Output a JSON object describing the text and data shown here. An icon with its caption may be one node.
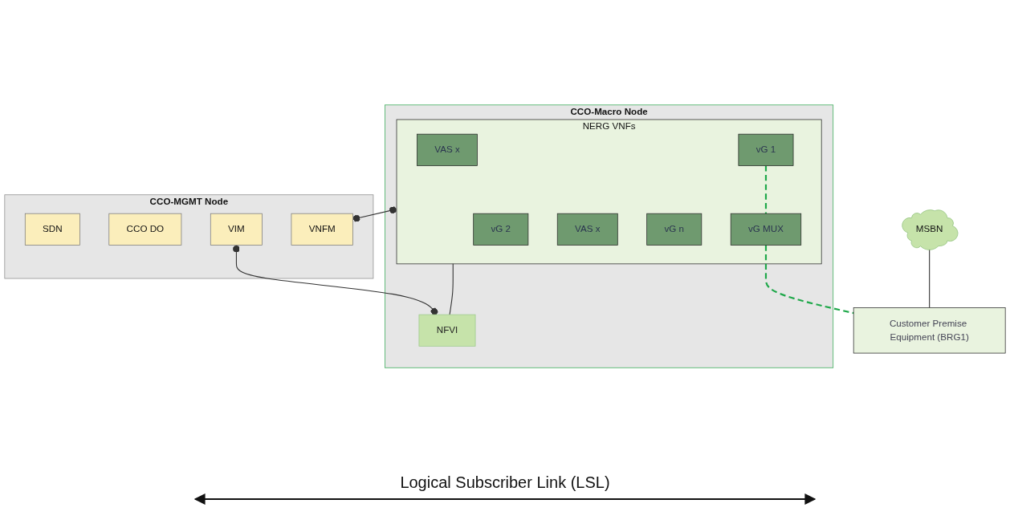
{
  "diagram": {
    "nodes": [
      {
        "text": [
          "CCO-MGMT Node"
        ]
      },
      {
        "text": [
          "SDN"
        ],
        "in": 0
      },
      {
        "text": [
          "CCO DO"
        ],
        "in": 0
      },
      {
        "text": [
          "VIM"
        ],
        "in": 0
      },
      {
        "text": [
          "VNFM"
        ],
        "in": 0
      },
      {
        "text": [
          "CCO-Macro Node"
        ]
      },
      {
        "text": [
          "NERG VNFs"
        ],
        "in": 5
      },
      {
        "text": [
          "VAS x"
        ],
        "in": 6
      },
      {
        "text": [
          "vG 1"
        ],
        "in": 6
      },
      {
        "text": [
          "vG MUX"
        ],
        "in": 6
      },
      {
        "text": [
          "vG 2"
        ],
        "in": 6
      },
      {
        "text": [
          "VAS x"
        ],
        "in": 6
      },
      {
        "text": [
          "vG n"
        ],
        "in": 6
      },
      {
        "text": [
          "NFVI"
        ],
        "in": 5
      },
      {
        "text": [
          "MSBN"
        ]
      },
      {
        "text": [
          "Customer Premise Equipment (BRG1)"
        ]
      }
    ],
    "edges": [
      {
        "from": 6,
        "to": 4,
        "arrow": "other"
      },
      {
        "from": 3,
        "to": 13,
        "arrow": "other"
      },
      {
        "from": 6,
        "to": 13,
        "arrow": "none"
      },
      {
        "from": 8,
        "to": 9,
        "arrow": "none",
        "style": "dashed",
        "color": "#1fa84a"
      },
      {
        "from": 9,
        "to": 15,
        "arrow": "none",
        "style": "dashed",
        "color": "#1fa84a"
      },
      {
        "from": 14,
        "to": 15,
        "arrow": "none"
      }
    ],
    "labels": [
      "Logical Subscriber Link (LSL)"
    ]
  }
}
